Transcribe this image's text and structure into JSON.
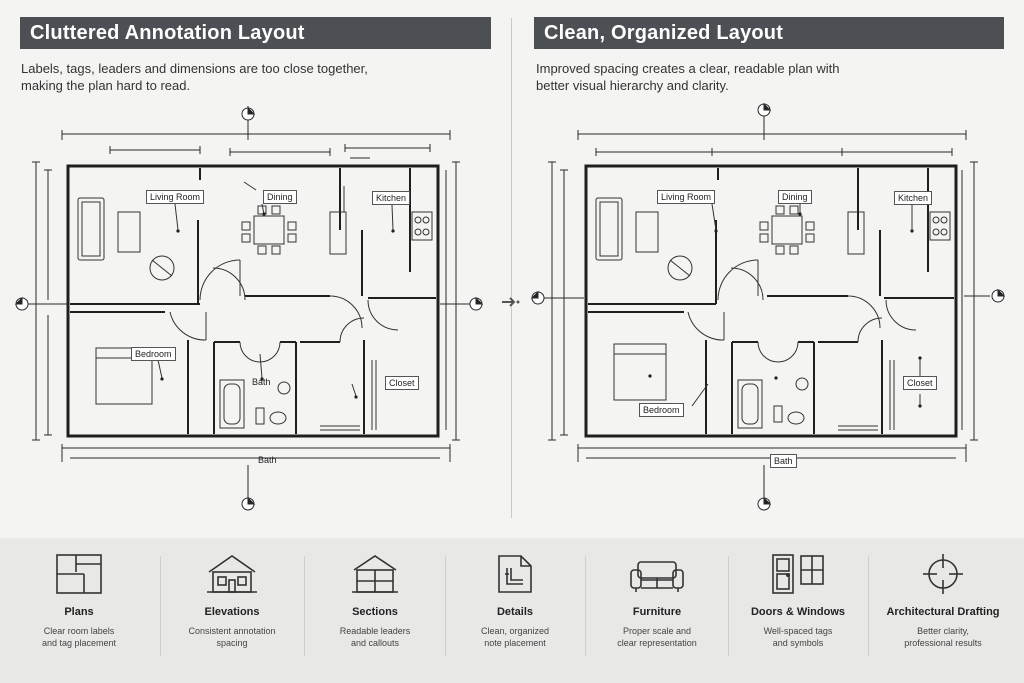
{
  "left_panel": {
    "title": "Cluttered Annotation Layout",
    "description_line1": "Labels, tags, leaders and dimensions are too close together,",
    "description_line2": "making the plan hard to read.",
    "labels": {
      "living_room": "Living Room",
      "dining": "Dining",
      "kitchen": "Kitchen",
      "bedroom": "Bedroom",
      "bath_inner": "Bath",
      "closet": "Closet",
      "bath_outer": "Bath"
    }
  },
  "right_panel": {
    "title": "Clean, Organized Layout",
    "description_line1": "Improved spacing creates a clear, readable plan with",
    "description_line2": "better visual hierarchy and clarity.",
    "labels": {
      "living_room": "Living Room",
      "dining": "Dining",
      "kitchen": "Kitchen",
      "bedroom": "Bedroom",
      "closet": "Closet",
      "bath": "Bath"
    }
  },
  "features": [
    {
      "icon": "floor-plan-icon",
      "name": "Plans",
      "desc1": "Clear room labels",
      "desc2": "and tag placement"
    },
    {
      "icon": "house-elevation-icon",
      "name": "Elevations",
      "desc1": "Consistent annotation",
      "desc2": "spacing"
    },
    {
      "icon": "house-section-icon",
      "name": "Sections",
      "desc1": "Readable leaders",
      "desc2": "and callouts"
    },
    {
      "icon": "detail-drawing-icon",
      "name": "Details",
      "desc1": "Clean, organized",
      "desc2": "note placement"
    },
    {
      "icon": "sofa-icon",
      "name": "Furniture",
      "desc1": "Proper scale and",
      "desc2": "clear representation"
    },
    {
      "icon": "door-window-icon",
      "name": "Doors & Windows",
      "desc1": "Well-spaced tags",
      "desc2": "and symbols"
    },
    {
      "icon": "crosshair-icon",
      "name": "Architectural Drafting",
      "desc1": "Better clarity,",
      "desc2": "professional results"
    }
  ],
  "colors": {
    "title_bar": "#4c5054",
    "bottom_band": "#e8e8e7",
    "line": "#2a2a2a"
  }
}
